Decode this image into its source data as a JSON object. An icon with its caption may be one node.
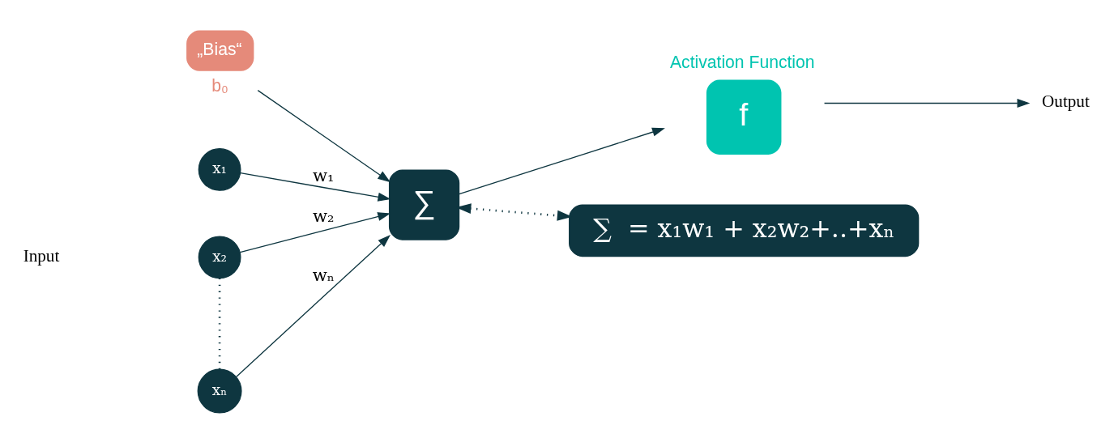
{
  "diagram": {
    "nodes": [
      {
        "text": [
          "„Bias“"
        ],
        "beside": [
          "b₀"
        ]
      },
      {
        "text": [
          "x₁"
        ]
      },
      {
        "text": [
          "x₂"
        ]
      },
      {
        "text": [
          "xₙ"
        ]
      },
      {
        "text": [
          "∑"
        ]
      },
      {
        "text": [
          "f"
        ],
        "beside": [
          "Activation Function"
        ]
      },
      {
        "text": [
          "Output"
        ]
      },
      {
        "text": [
          "∑  = x₁w₁ + x₂w₂+..+xₙ"
        ]
      }
    ],
    "edges": [
      {
        "from": 1,
        "to": 4,
        "arrow": "to",
        "label": "w₁"
      },
      {
        "from": 2,
        "to": 4,
        "arrow": "to",
        "label": "w₂"
      },
      {
        "from": 2,
        "to": 3,
        "arrow": "none",
        "style": "dashed"
      },
      {
        "from": 3,
        "to": 4,
        "arrow": "to",
        "label": "wₙ"
      },
      {
        "from": 0,
        "to": 4,
        "arrow": "to"
      },
      {
        "from": 4,
        "to": 5,
        "arrow": "to"
      },
      {
        "from": 5,
        "to": 6,
        "arrow": "to"
      },
      {
        "from": 4,
        "to": 7,
        "arrow": "both",
        "style": "dashed"
      }
    ],
    "labels": [
      "Input"
    ]
  }
}
